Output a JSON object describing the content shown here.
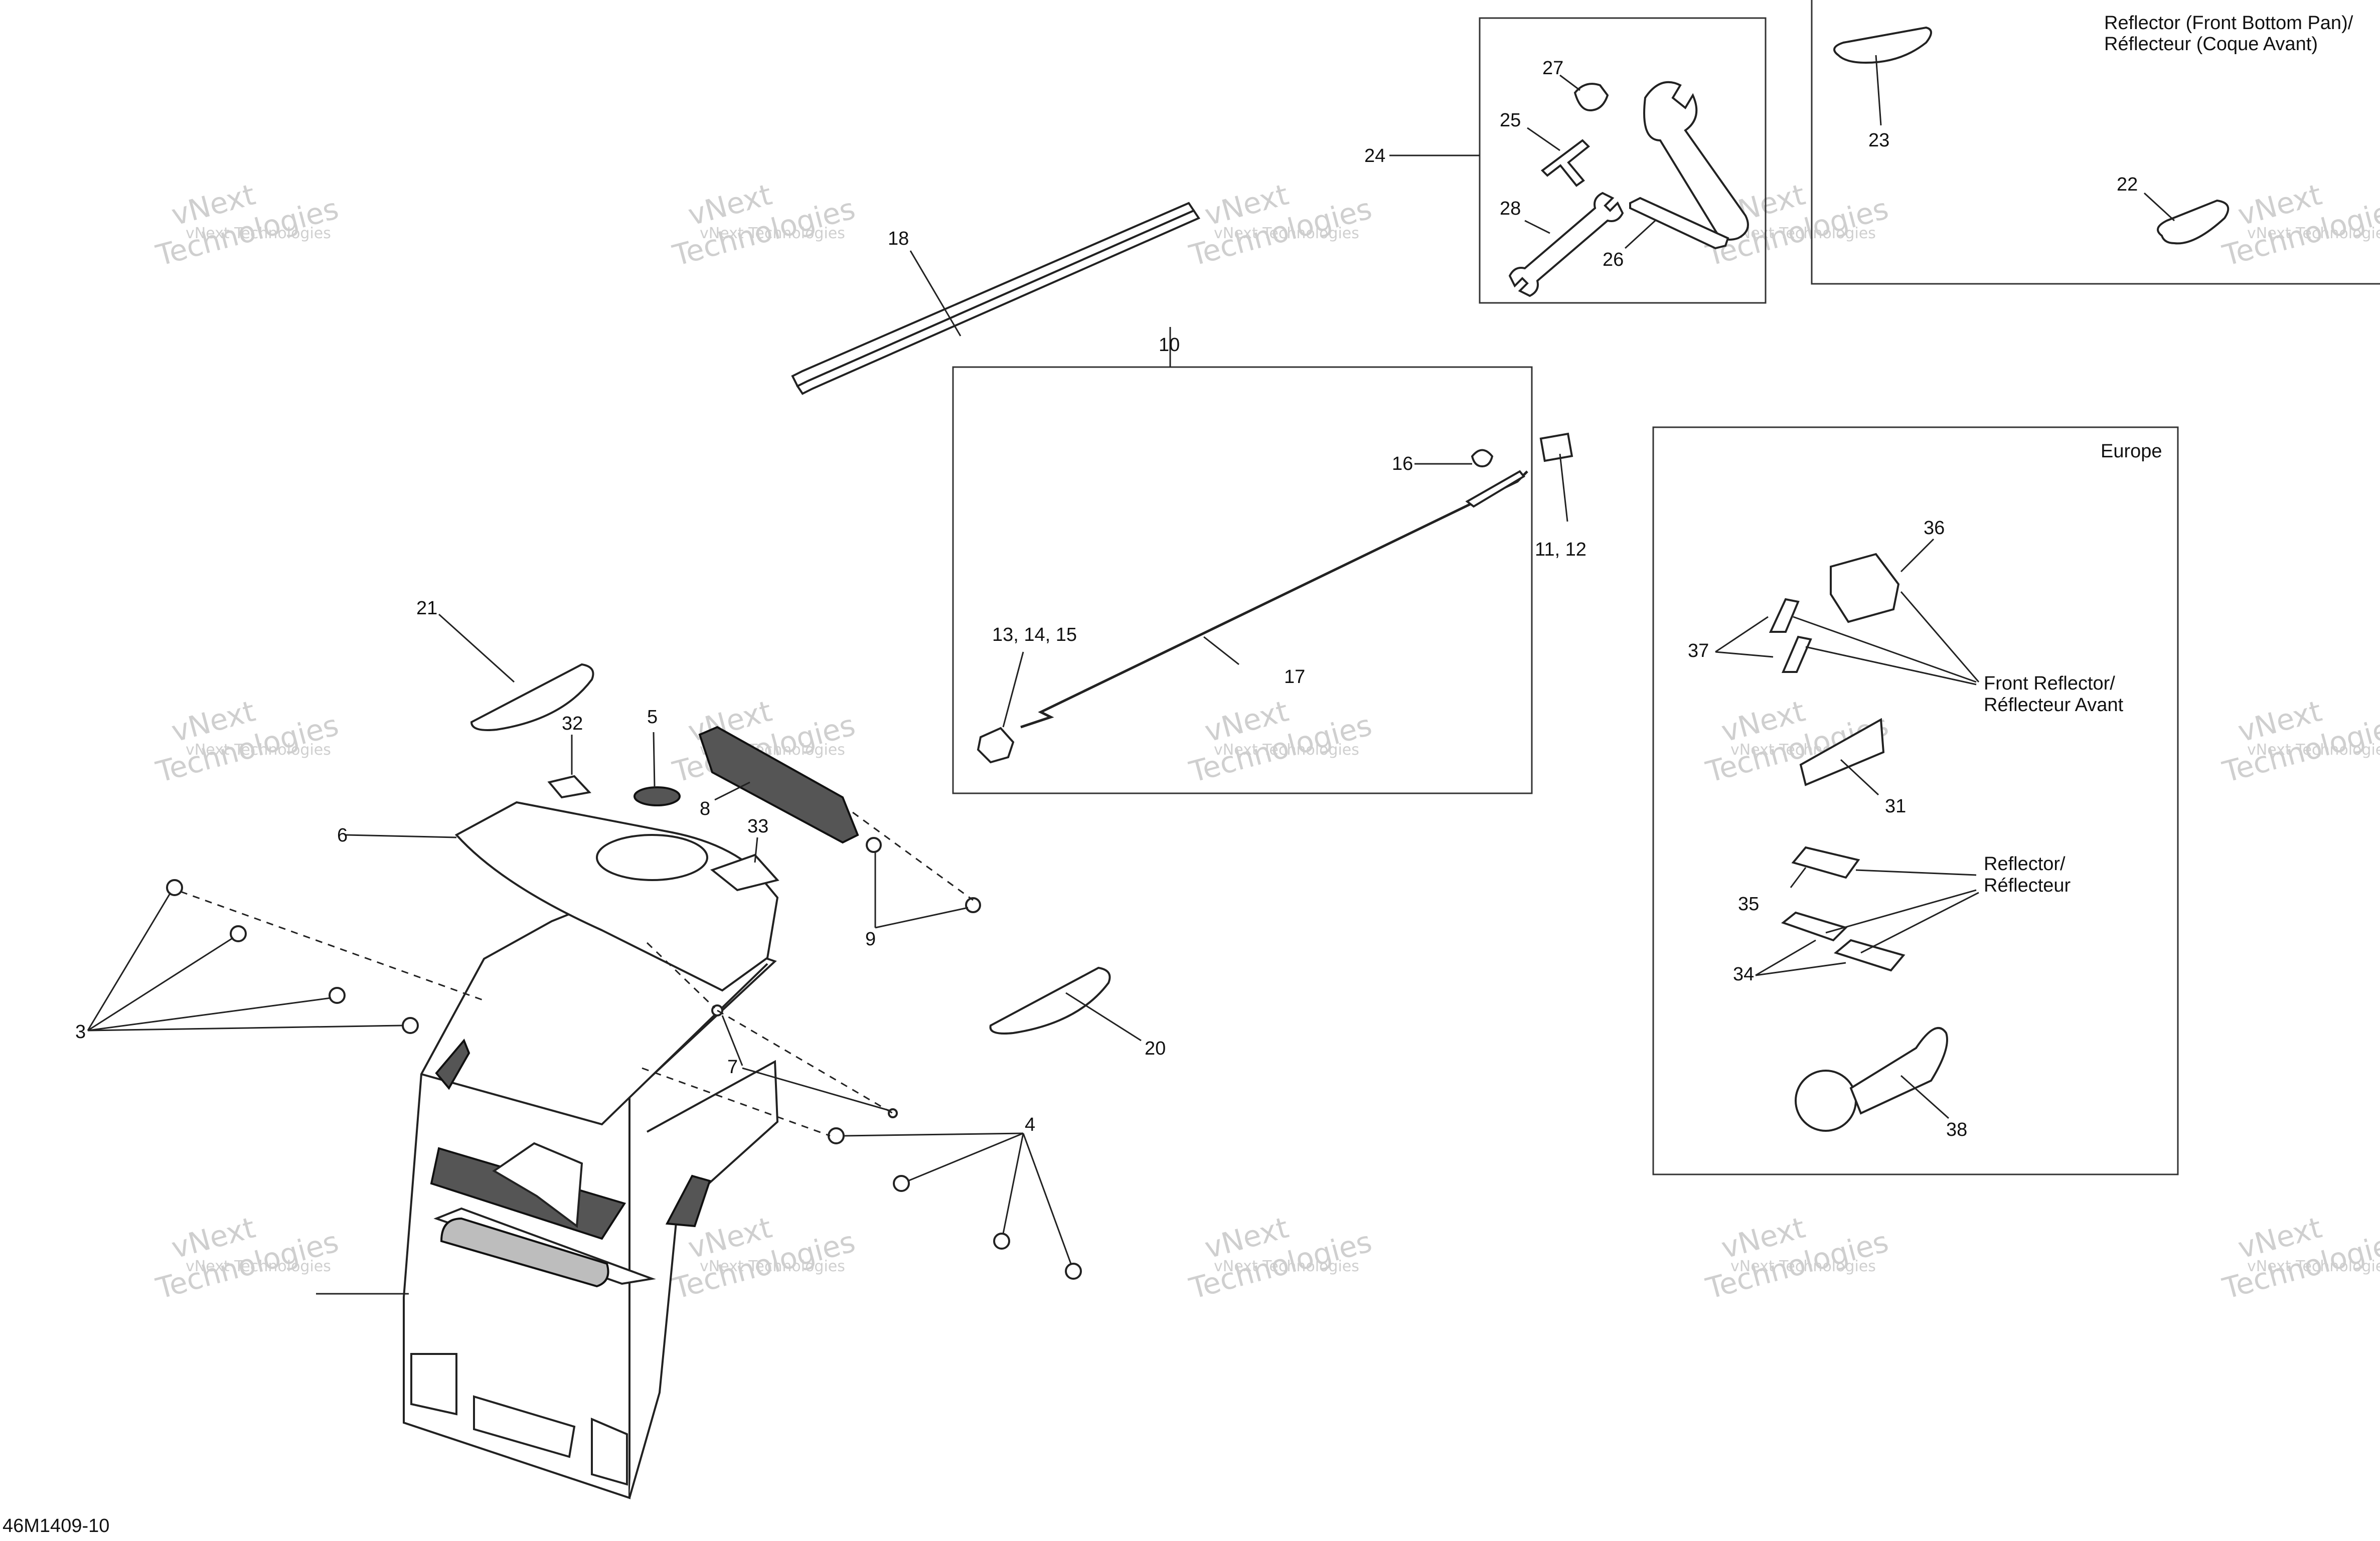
{
  "diagram_code": "46M1409-10",
  "watermark": {
    "line1": "vNext",
    "line2": "Technologies",
    "line3": "vNext Technologies"
  },
  "boxes": {
    "reflector_front_bottom_pan": {
      "title_line1": "Reflector (Front Bottom Pan)/",
      "title_line2": "Réflecteur (Coque Avant)"
    },
    "europe": {
      "title": "Europe",
      "front_reflector_line1": "Front Reflector/",
      "front_reflector_line2": "Réflecteur Avant",
      "reflector_line1": "Reflector/",
      "reflector_line2": "Réflecteur"
    }
  },
  "callouts": {
    "c3": "3",
    "c4": "4",
    "c5": "5",
    "c6": "6",
    "c7": "7",
    "c8": "8",
    "c9": "9",
    "c10": "10",
    "c11_12": "11, 12",
    "c13_14_15": "13, 14, 15",
    "c16": "16",
    "c17": "17",
    "c18": "18",
    "c20": "20",
    "c21": "21",
    "c22": "22",
    "c23": "23",
    "c24": "24",
    "c25": "25",
    "c26": "26",
    "c27": "27",
    "c28": "28",
    "c31": "31",
    "c32": "32",
    "c33": "33",
    "c34": "34",
    "c35": "35",
    "c36": "36",
    "c37": "37",
    "c38": "38"
  },
  "icons": {
    "hood": "front-hood-icon",
    "horn": "horn-icon",
    "wrench": "wrench-icon"
  }
}
